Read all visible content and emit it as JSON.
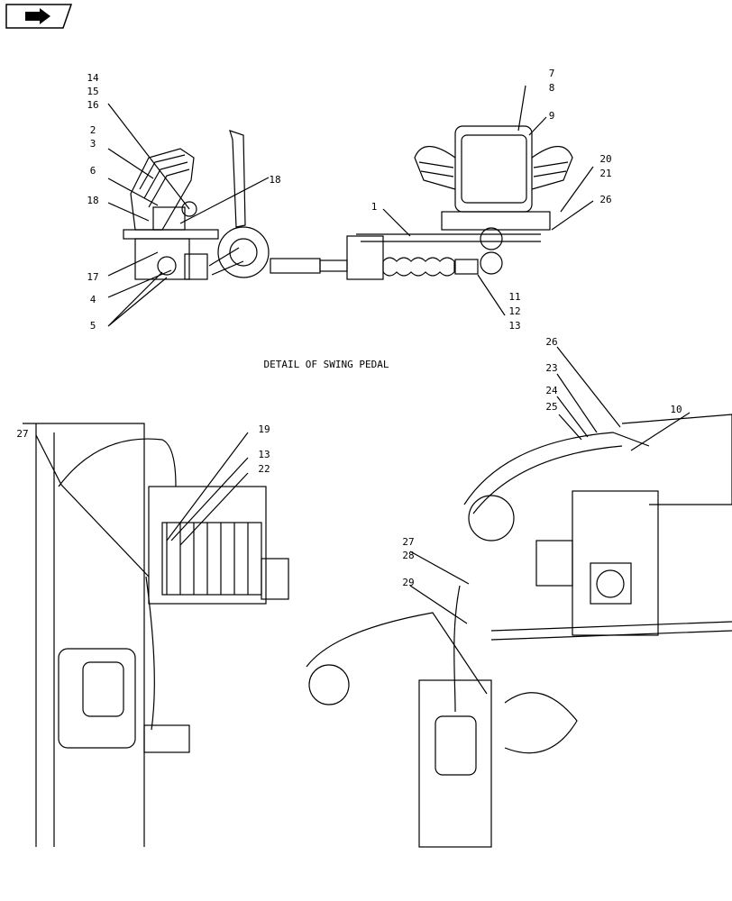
{
  "nav": {
    "icon": "forward-arrow-icon"
  },
  "caption": "DETAIL OF SWING PEDAL",
  "callouts": {
    "pedal_left": [
      "14",
      "15",
      "16",
      "2",
      "3",
      "6",
      "18",
      "18",
      "17",
      "4",
      "5"
    ],
    "pedal_right": [
      "7",
      "8",
      "9",
      "20",
      "21",
      "26",
      "1",
      "11",
      "12",
      "13"
    ],
    "lower_left": [
      "27",
      "19",
      "13",
      "22"
    ],
    "lower_right": [
      "26",
      "23",
      "24",
      "25",
      "10",
      "27",
      "28",
      "29"
    ]
  }
}
